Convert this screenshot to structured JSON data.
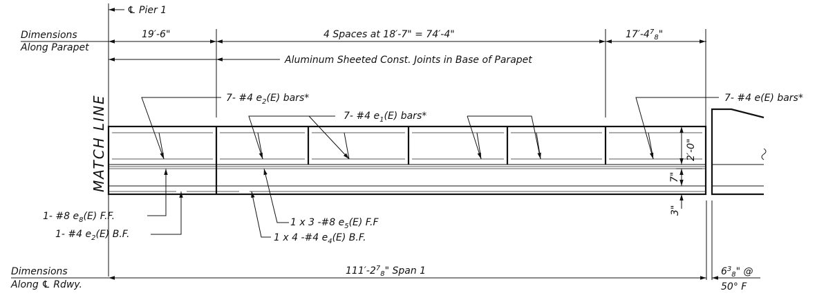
{
  "pier_label": "℄ Pier 1",
  "dims_parapet": {
    "line1": "Dimensions",
    "line2": "Along Parapet"
  },
  "dim_19_6": "19′-6\"",
  "dim_4_spaces": "4 Spaces at 18′-7\" = 74′-4\"",
  "dim_17_4_main": "17′-4",
  "dim_17_4_num": "7",
  "dim_17_4_den": "8",
  "dim_17_4_end": "\"",
  "aluminum_note": "Aluminum Sheeted Const. Joints in Base of Parapet",
  "match_line": "MATCH LINE",
  "bars_e2": {
    "pre": "7- #4 e",
    "sub": "2",
    "post": "(E) bars*"
  },
  "bars_e1": {
    "pre": "7- #4 e",
    "sub": "1",
    "post": "(E) bars*"
  },
  "bars_e": "7- #4 e(E) bars*",
  "dim_2_0": "2′-0\"",
  "dim_7": "7\"",
  "dim_3": "3\"",
  "bars_e8": {
    "pre": "1- #8 e",
    "sub": "8",
    "post": "(E) F.F."
  },
  "bars_e2_bf": {
    "pre": "1- #4 e",
    "sub": "2",
    "post": "(E) B.F."
  },
  "bars_e5": {
    "pre": "1 x 3 -#8 e",
    "sub": "5",
    "post": "(E) F.F"
  },
  "bars_e4": {
    "pre": "1 x 4 -#4 e",
    "sub": "4",
    "post": "(E) B.F."
  },
  "dims_rdwy": {
    "line1": "Dimensions",
    "line2": "Along ℄ Rdwy."
  },
  "span": {
    "pre": "111′-2",
    "num": "7",
    "den": "8",
    "post": "\" Span 1"
  },
  "gap": {
    "main": "6",
    "num": "3",
    "den": "8",
    "post": "\" @",
    "line2": "50° F"
  }
}
